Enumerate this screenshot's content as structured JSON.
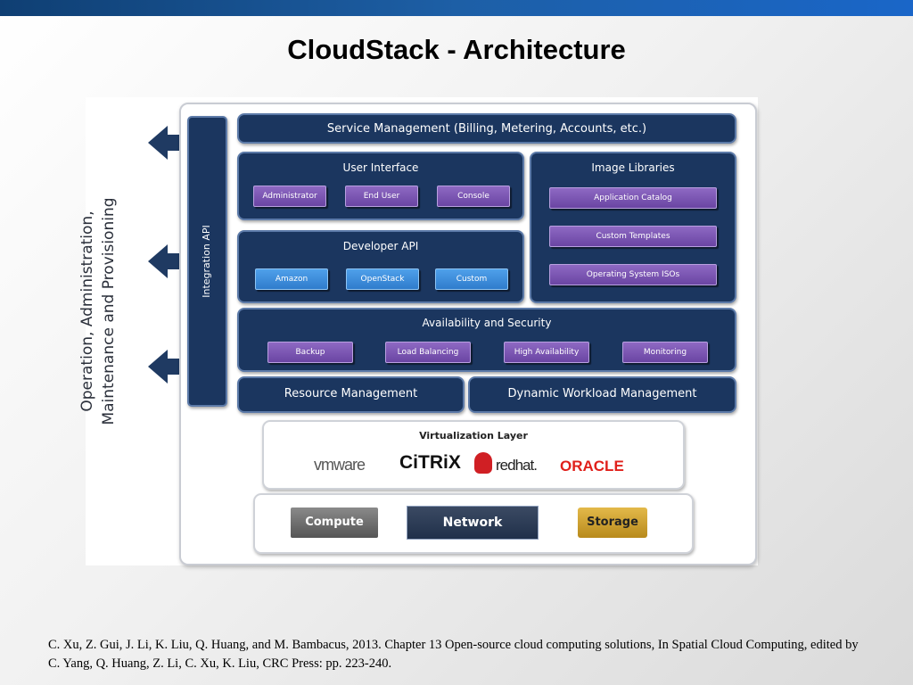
{
  "slide": {
    "title": "CloudStack - Architecture"
  },
  "diagram": {
    "side_label_line1": "Operation, Administration,",
    "side_label_line2": "Maintenance and Provisioning",
    "integration_api": "Integration API",
    "service_management": "Service Management (Billing, Metering, Accounts, etc.)",
    "user_interface": {
      "title": "User Interface",
      "items": [
        "Administrator",
        "End User",
        "Console"
      ]
    },
    "image_libraries": {
      "title": "Image Libraries",
      "items": [
        "Application Catalog",
        "Custom Templates",
        "Operating System ISOs"
      ]
    },
    "developer_api": {
      "title": "Developer API",
      "items": [
        "Amazon",
        "OpenStack",
        "Custom"
      ]
    },
    "availability_security": {
      "title": "Availability and Security",
      "items": [
        "Backup",
        "Load Balancing",
        "High Availability",
        "Monitoring"
      ]
    },
    "resource_management": "Resource Management",
    "dynamic_workload": "Dynamic Workload Management",
    "virtualization": {
      "title": "Virtualization Layer",
      "vendors": [
        "vmware",
        "CiTRiX",
        "redhat.",
        "ORACLE"
      ]
    },
    "hardware": [
      "Compute",
      "Network",
      "Storage"
    ],
    "colors": {
      "block": "#1b365f",
      "purple": "#7650b0",
      "blue": "#3a8ad9",
      "oracle": "#e0201b"
    }
  },
  "citation": "C. Xu, Z. Gui, J. Li, K. Liu, Q. Huang, and M. Bambacus, 2013. Chapter 13 Open-source cloud computing solutions, In Spatial Cloud Computing, edited by C. Yang, Q. Huang, Z. Li, C. Xu, K. Liu, CRC Press: pp. 223-240."
}
